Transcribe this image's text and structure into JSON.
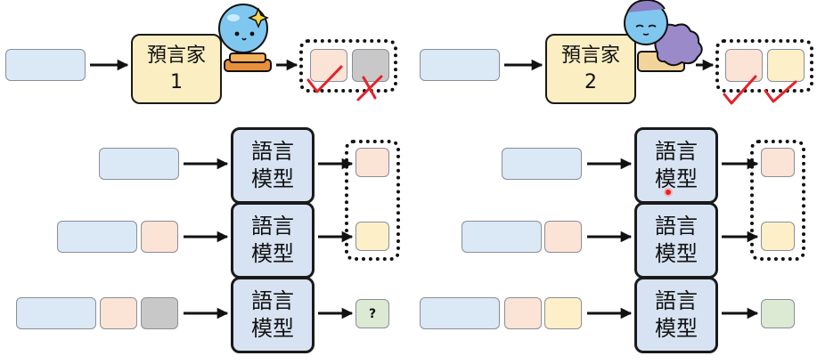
{
  "oracle_1": {
    "name": "預言家",
    "number": "1"
  },
  "oracle_2": {
    "name": "預言家",
    "number": "2"
  },
  "language_model": {
    "line1": "語言",
    "line2": "模型"
  },
  "unknown_output": "?",
  "colors": {
    "input_blue": "#dbe8f6",
    "token_peach": "#fbe3d6",
    "token_gray": "#c8c8c8",
    "token_yellow": "#fdf0c8",
    "token_green": "#dcead3",
    "model_blue": "#d7e3f3",
    "oracle_yellow": "#fbeec3",
    "mark_red": "#e4222a"
  },
  "icons": [
    "wizard-with-crystal-ball-icon",
    "sleeping-creature-with-cloud-icon",
    "check-mark-icon",
    "cross-mark-icon"
  ]
}
